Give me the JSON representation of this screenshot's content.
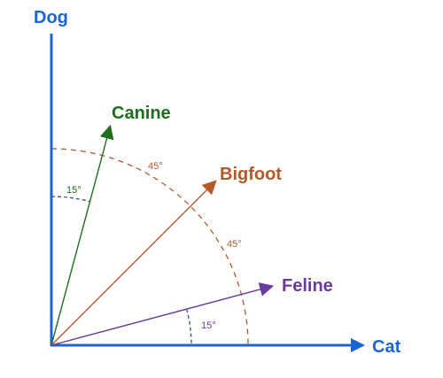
{
  "colors": {
    "axis": "#1c64d4",
    "canine": "#1e6e1e",
    "bigfoot": "#b4592a",
    "feline": "#6a3aa0",
    "arc": "#b4592a",
    "angle_marker": "#2a4a5a"
  },
  "axes": {
    "y_label": "Dog",
    "x_label": "Cat"
  },
  "vectors": [
    {
      "key": "canine",
      "label": "Canine",
      "angle_from_x_deg": 75
    },
    {
      "key": "bigfoot",
      "label": "Bigfoot",
      "angle_from_x_deg": 45
    },
    {
      "key": "feline",
      "label": "Feline",
      "angle_from_x_deg": 15
    }
  ],
  "angles": {
    "canine_to_dog": "15°",
    "dog_to_bigfoot": "45°",
    "bigfoot_to_cat": "45°",
    "feline_to_cat": "15°"
  }
}
